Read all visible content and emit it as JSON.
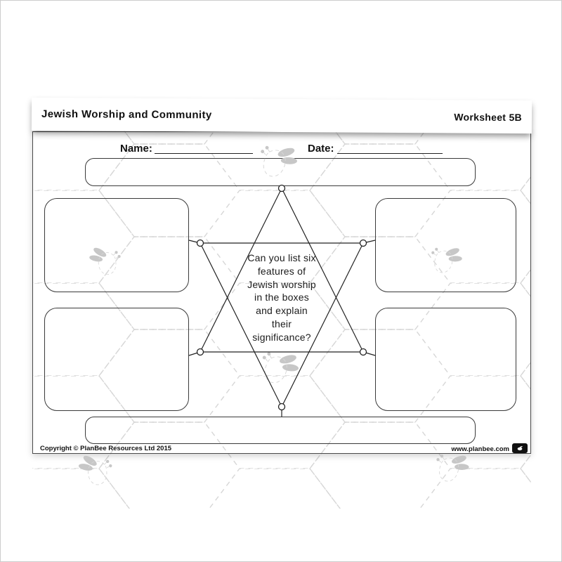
{
  "header": {
    "title": "Jewish Worship and Community",
    "worksheet_label": "Worksheet 5B"
  },
  "fields": {
    "name_label": "Name:",
    "date_label": "Date:"
  },
  "prompt": {
    "lines": [
      "Can you list six",
      "features of",
      "Jewish worship",
      "in the boxes",
      "and explain",
      "their",
      "significance?"
    ]
  },
  "answer_boxes": {
    "count": 6,
    "positions": [
      "top",
      "upper-left",
      "upper-right",
      "lower-left",
      "lower-right",
      "bottom"
    ]
  },
  "footer": {
    "copyright": "Copyright © PlanBee Resources Ltd 2015",
    "website": "www.planbee.com"
  },
  "icons": {
    "decoration": "bee-icon",
    "badge": "planbee-logo-badge"
  },
  "colors": {
    "hexagon_pattern": "#d7d7d7",
    "bee_gray": "#c7c7c7",
    "ink": "#222222",
    "box_border": "#3a3a3a",
    "badge_black": "#111111"
  }
}
